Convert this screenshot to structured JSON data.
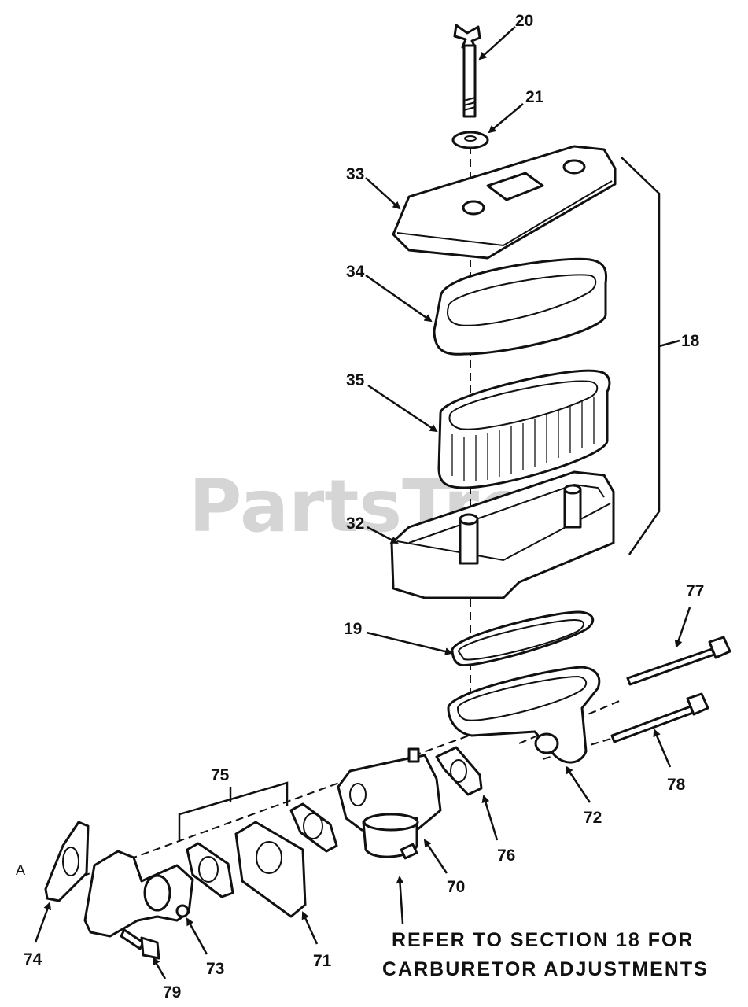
{
  "watermark": "PartsTree",
  "callouts": {
    "c20": "20",
    "c21": "21",
    "c33": "33",
    "c34": "34",
    "c35": "35",
    "c18": "18",
    "c32": "32",
    "c19": "19",
    "c77": "77",
    "c78": "78",
    "c72": "72",
    "c75": "75",
    "c76": "76",
    "c70": "70",
    "c74": "74",
    "c73": "73",
    "c71": "71",
    "c79": "79",
    "cA": "A"
  },
  "note": {
    "line1": "REFER TO SECTION 18 FOR",
    "line2": "CARBURETOR ADJUSTMENTS"
  },
  "colors": {
    "ink": "#111111",
    "watermark": "#c8c8c8"
  }
}
